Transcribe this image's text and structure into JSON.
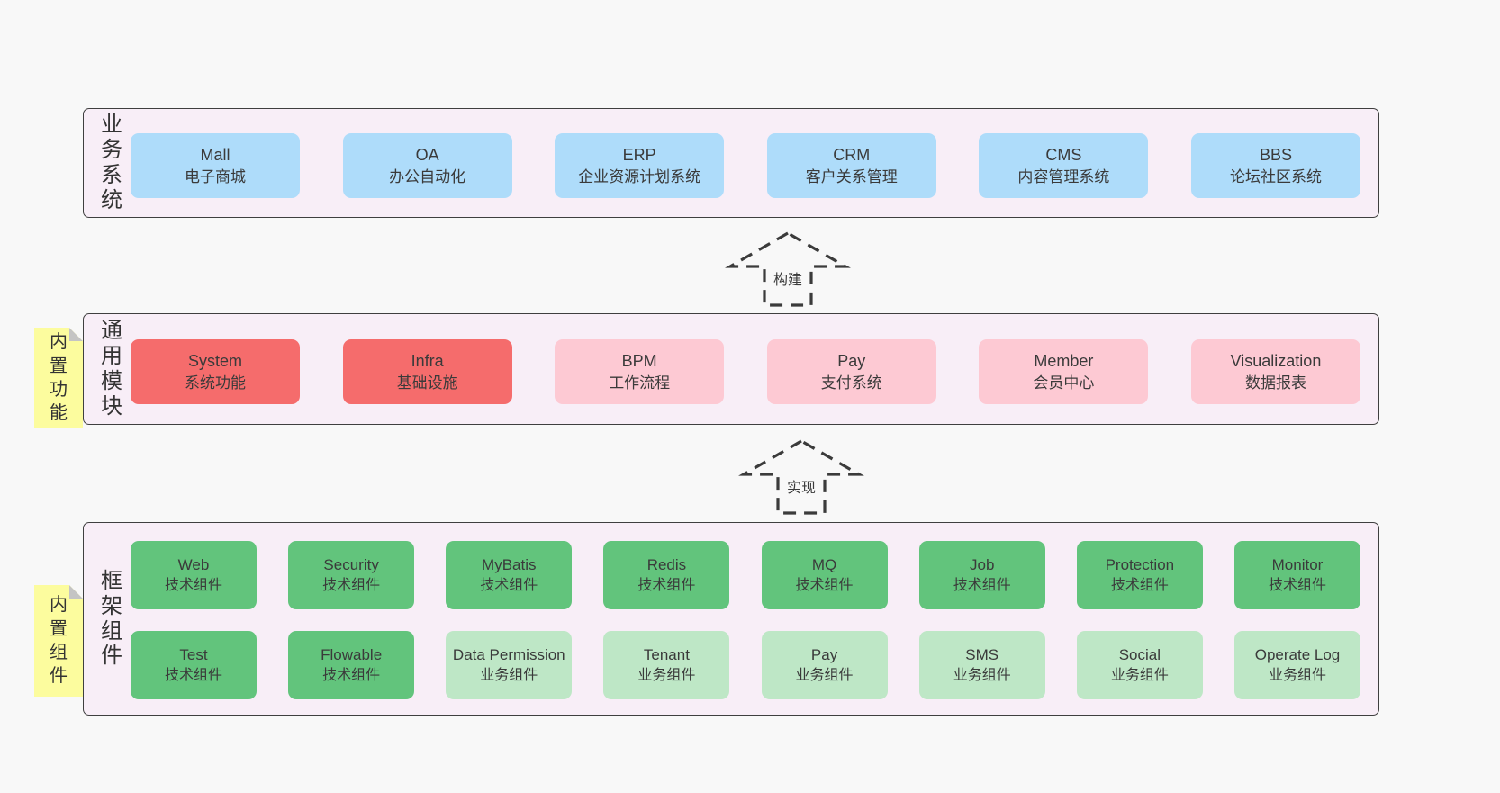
{
  "colors": {
    "page_bg": "#f8f8f8",
    "band_bg": "#f8eef7",
    "band_border": "#3f3f3f",
    "text": "#3a3a3a",
    "blue": "#aedcfa",
    "red": "#f56c6c",
    "pink": "#fdc9d3",
    "green_dark": "#62c47c",
    "green_light": "#bee7c6",
    "sticky_yellow": "#fcfc9e",
    "sticky_fold": "#c4c4c4",
    "arrow": "#3b3b3b"
  },
  "arrows": {
    "build": "构建",
    "implement": "实现"
  },
  "bands": {
    "business": {
      "label": "业务系统",
      "boxes": [
        {
          "title": "Mall",
          "subtitle": "电子商城"
        },
        {
          "title": "OA",
          "subtitle": "办公自动化"
        },
        {
          "title": "ERP",
          "subtitle": "企业资源计划系统"
        },
        {
          "title": "CRM",
          "subtitle": "客户关系管理"
        },
        {
          "title": "CMS",
          "subtitle": "内容管理系统"
        },
        {
          "title": "BBS",
          "subtitle": "论坛社区系统"
        }
      ]
    },
    "modules": {
      "label": "通用模块",
      "sticky": "内置功能",
      "boxes": [
        {
          "title": "System",
          "subtitle": "系统功能",
          "variant": "red"
        },
        {
          "title": "Infra",
          "subtitle": "基础设施",
          "variant": "red"
        },
        {
          "title": "BPM",
          "subtitle": "工作流程",
          "variant": "pink"
        },
        {
          "title": "Pay",
          "subtitle": "支付系统",
          "variant": "pink"
        },
        {
          "title": "Member",
          "subtitle": "会员中心",
          "variant": "pink"
        },
        {
          "title": "Visualization",
          "subtitle": "数据报表",
          "variant": "pink"
        }
      ]
    },
    "framework": {
      "label": "框架组件",
      "sticky": "内置组件",
      "row1": [
        {
          "title": "Web",
          "subtitle": "技术组件",
          "variant": "green"
        },
        {
          "title": "Security",
          "subtitle": "技术组件",
          "variant": "green"
        },
        {
          "title": "MyBatis",
          "subtitle": "技术组件",
          "variant": "green"
        },
        {
          "title": "Redis",
          "subtitle": "技术组件",
          "variant": "green"
        },
        {
          "title": "MQ",
          "subtitle": "技术组件",
          "variant": "green"
        },
        {
          "title": "Job",
          "subtitle": "技术组件",
          "variant": "green"
        },
        {
          "title": "Protection",
          "subtitle": "技术组件",
          "variant": "green"
        },
        {
          "title": "Monitor",
          "subtitle": "技术组件",
          "variant": "green"
        }
      ],
      "row2": [
        {
          "title": "Test",
          "subtitle": "技术组件",
          "variant": "green"
        },
        {
          "title": "Flowable",
          "subtitle": "技术组件",
          "variant": "green"
        },
        {
          "title": "Data Permission",
          "subtitle": "业务组件",
          "variant": "green-light"
        },
        {
          "title": "Tenant",
          "subtitle": "业务组件",
          "variant": "green-light"
        },
        {
          "title": "Pay",
          "subtitle": "业务组件",
          "variant": "green-light"
        },
        {
          "title": "SMS",
          "subtitle": "业务组件",
          "variant": "green-light"
        },
        {
          "title": "Social",
          "subtitle": "业务组件",
          "variant": "green-light"
        },
        {
          "title": "Operate Log",
          "subtitle": "业务组件",
          "variant": "green-light"
        }
      ]
    }
  }
}
